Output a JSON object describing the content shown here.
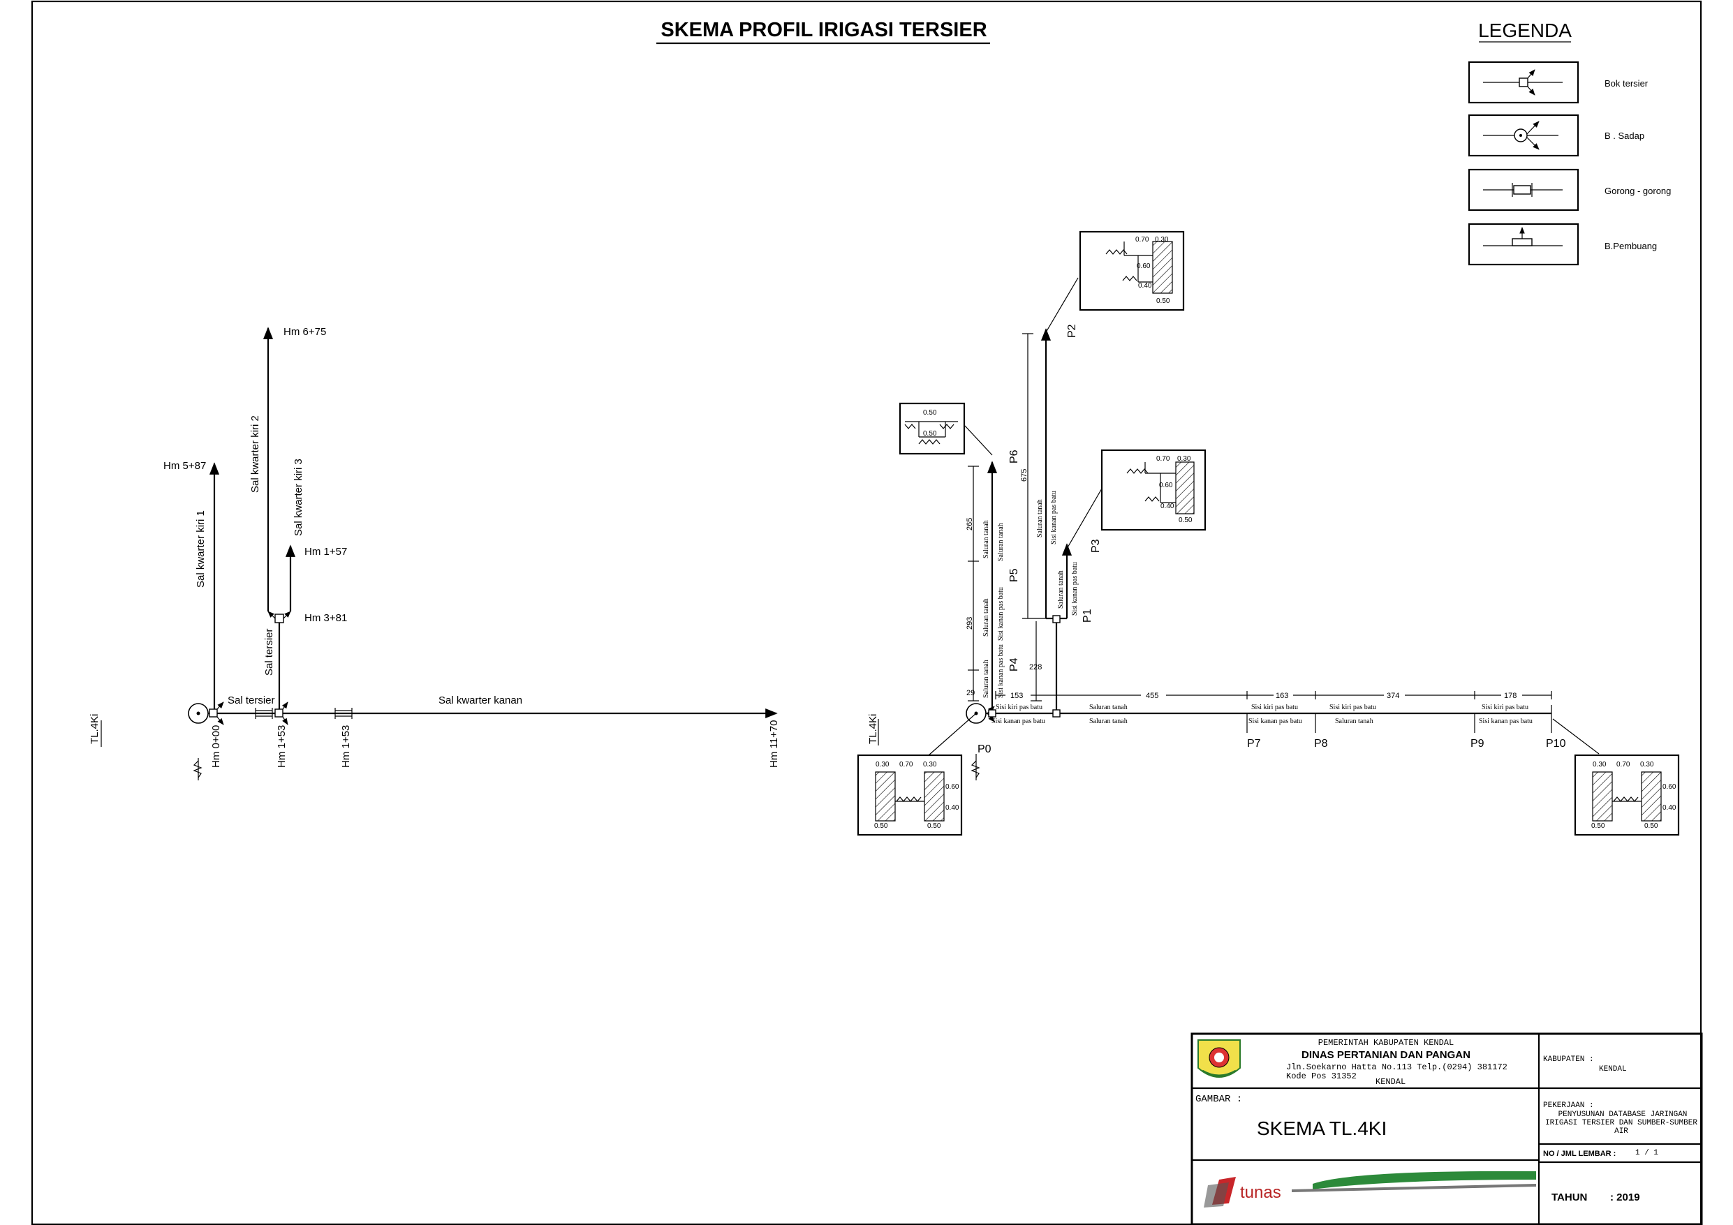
{
  "title": "SKEMA PROFIL IRIGASI TERSIER",
  "legend": {
    "title": "LEGENDA",
    "items": [
      "Bok tersier",
      "B . Sadap",
      "Gorong - gorong",
      "B.Pembuang"
    ]
  },
  "left_scheme": {
    "section_label": "TL.4Ki",
    "channels": {
      "kwarter_kiri_1": "Sal kwarter kiri 1",
      "kwarter_kiri_2": "Sal kwarter kiri 2",
      "kwarter_kiri_3": "Sal kwarter kiri 3",
      "tersier_vertical": "Sal tersier",
      "tersier_horizontal": "Sal tersier",
      "kwarter_kanan": "Sal kwarter kanan"
    },
    "stations": {
      "hm_0": "Hm 0+00",
      "hm_153a": "Hm 1+53",
      "hm_153b": "Hm 1+53",
      "hm_1170": "Hm 11+70",
      "hm_587": "Hm 5+87",
      "hm_675": "Hm 6+75",
      "hm_157": "Hm 1+57",
      "hm_381": "Hm 3+81"
    }
  },
  "right_scheme": {
    "section_label": "TL.4Ki",
    "points": [
      "P0",
      "P1",
      "P2",
      "P3",
      "P4",
      "P5",
      "P6",
      "P7",
      "P8",
      "P9",
      "P10"
    ],
    "dimensions": {
      "d675": "675",
      "d265": "265",
      "d293": "293",
      "d29": "29",
      "d228": "228",
      "d153": "153",
      "d455": "455",
      "d163": "163",
      "d374": "374",
      "d178": "178"
    },
    "labels": {
      "saluran_tanah": "Saluran tanah",
      "sisi_kiri": "Sisi kiri pas batu",
      "sisi_kanan": "Sisi kanan pas batu"
    },
    "section_values": {
      "v070": "0.70",
      "v030": "0.30",
      "v060": "0.60",
      "v040": "0.40",
      "v050": "0.50"
    }
  },
  "title_block": {
    "agency_line1": "PEMERINTAH KABUPATEN KENDAL",
    "agency_line2": "DINAS PERTANIAN DAN PANGAN",
    "address": "Jln.Soekarno Hatta No.113 Telp.(0294) 381172",
    "postal": "Kode Pos 31352",
    "city": "KENDAL",
    "gambar_label": "GAMBAR :",
    "gambar_value": "SKEMA TL.4KI",
    "kabupaten_label": "KABUPATEN :",
    "kabupaten_value": "KENDAL",
    "pekerjaan_label": "PEKERJAAN :",
    "pekerjaan_line1": "PENYUSUNAN DATABASE JARINGAN",
    "pekerjaan_line2": "IRIGASI TERSIER DAN SUMBER-SUMBER",
    "pekerjaan_line3": "AIR",
    "no_label": "NO / JML LEMBAR :",
    "no_value": "1 / 1",
    "tahun_label": "TAHUN",
    "tahun_value": ": 2019",
    "consultant": "tunas"
  }
}
